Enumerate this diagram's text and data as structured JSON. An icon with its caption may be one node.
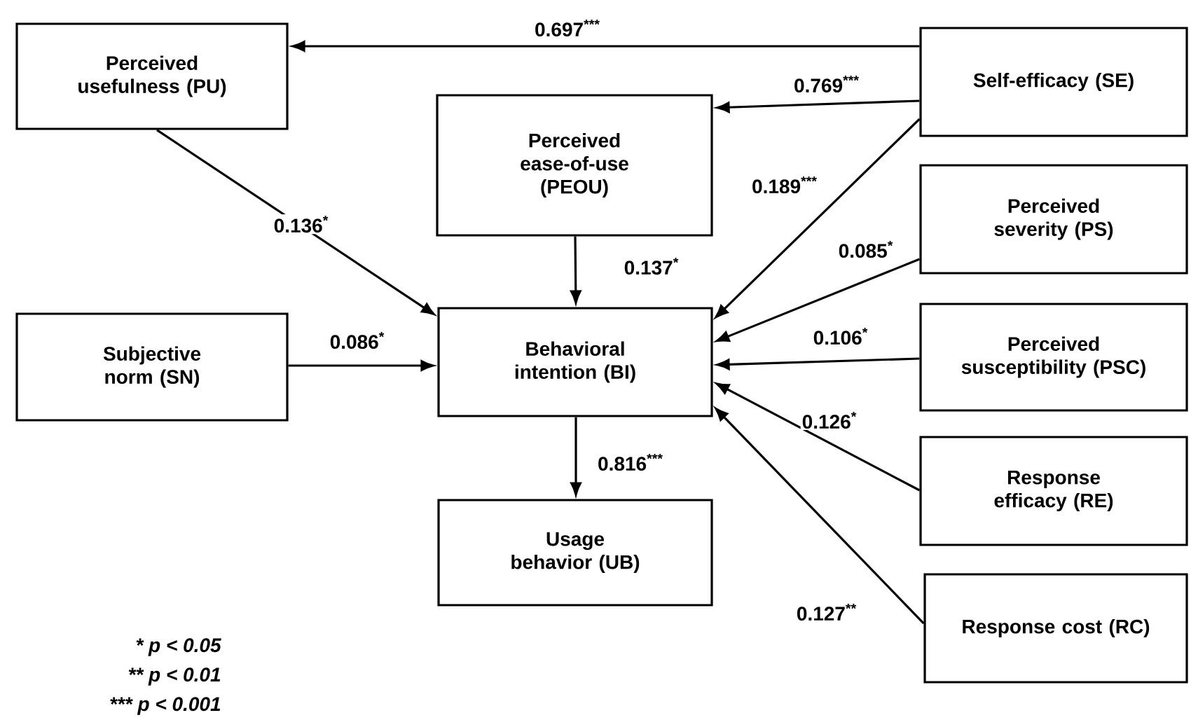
{
  "diagram": {
    "nodes": [
      {
        "text": [
          "Perceived usefulness (PU)"
        ]
      },
      {
        "text": [
          "Self-efficacy (SE)"
        ]
      },
      {
        "text": [
          "Perceived ease-of-use (PEOU)"
        ]
      },
      {
        "text": [
          "Perceived severity (PS)"
        ]
      },
      {
        "text": [
          "Subjective norm (SN)"
        ]
      },
      {
        "text": [
          "Behavioral intention (BI)"
        ]
      },
      {
        "text": [
          "Perceived susceptibility (PSC)"
        ]
      },
      {
        "text": [
          "Response efficacy (RE)"
        ]
      },
      {
        "text": [
          "Usage behavior (UB)"
        ]
      },
      {
        "text": [
          "Response cost (RC)"
        ]
      }
    ],
    "edges": [
      {
        "from": 1,
        "to": 0,
        "arrow": "to",
        "label": "0.697$^{***}$"
      },
      {
        "from": 1,
        "to": 2,
        "arrow": "to",
        "label": "0.769$^{***}$"
      },
      {
        "from": 0,
        "to": 5,
        "arrow": "to",
        "label": "0.136$^{*}$"
      },
      {
        "from": 2,
        "to": 5,
        "arrow": "to",
        "label": "0.137$^{*}$"
      },
      {
        "from": 4,
        "to": 5,
        "arrow": "to",
        "label": "0.086$^{*}$"
      },
      {
        "from": 1,
        "to": 5,
        "arrow": "to",
        "label": "0.189$^{***}$"
      },
      {
        "from": 3,
        "to": 5,
        "arrow": "to",
        "label": "0.085$^{*}$"
      },
      {
        "from": 6,
        "to": 5,
        "arrow": "to",
        "label": "0.106$^{*}$"
      },
      {
        "from": 7,
        "to": 5,
        "arrow": "to",
        "label": "0.126$^{*}$"
      },
      {
        "from": 9,
        "to": 5,
        "arrow": "to",
        "label": "0.127$^{**}$"
      },
      {
        "from": 5,
        "to": 8,
        "arrow": "to",
        "label": "0.816$^{***}$"
      }
    ],
    "labels": [
      "* p < 0.05",
      "** p < 0.01",
      "*** p < 0.001"
    ]
  }
}
